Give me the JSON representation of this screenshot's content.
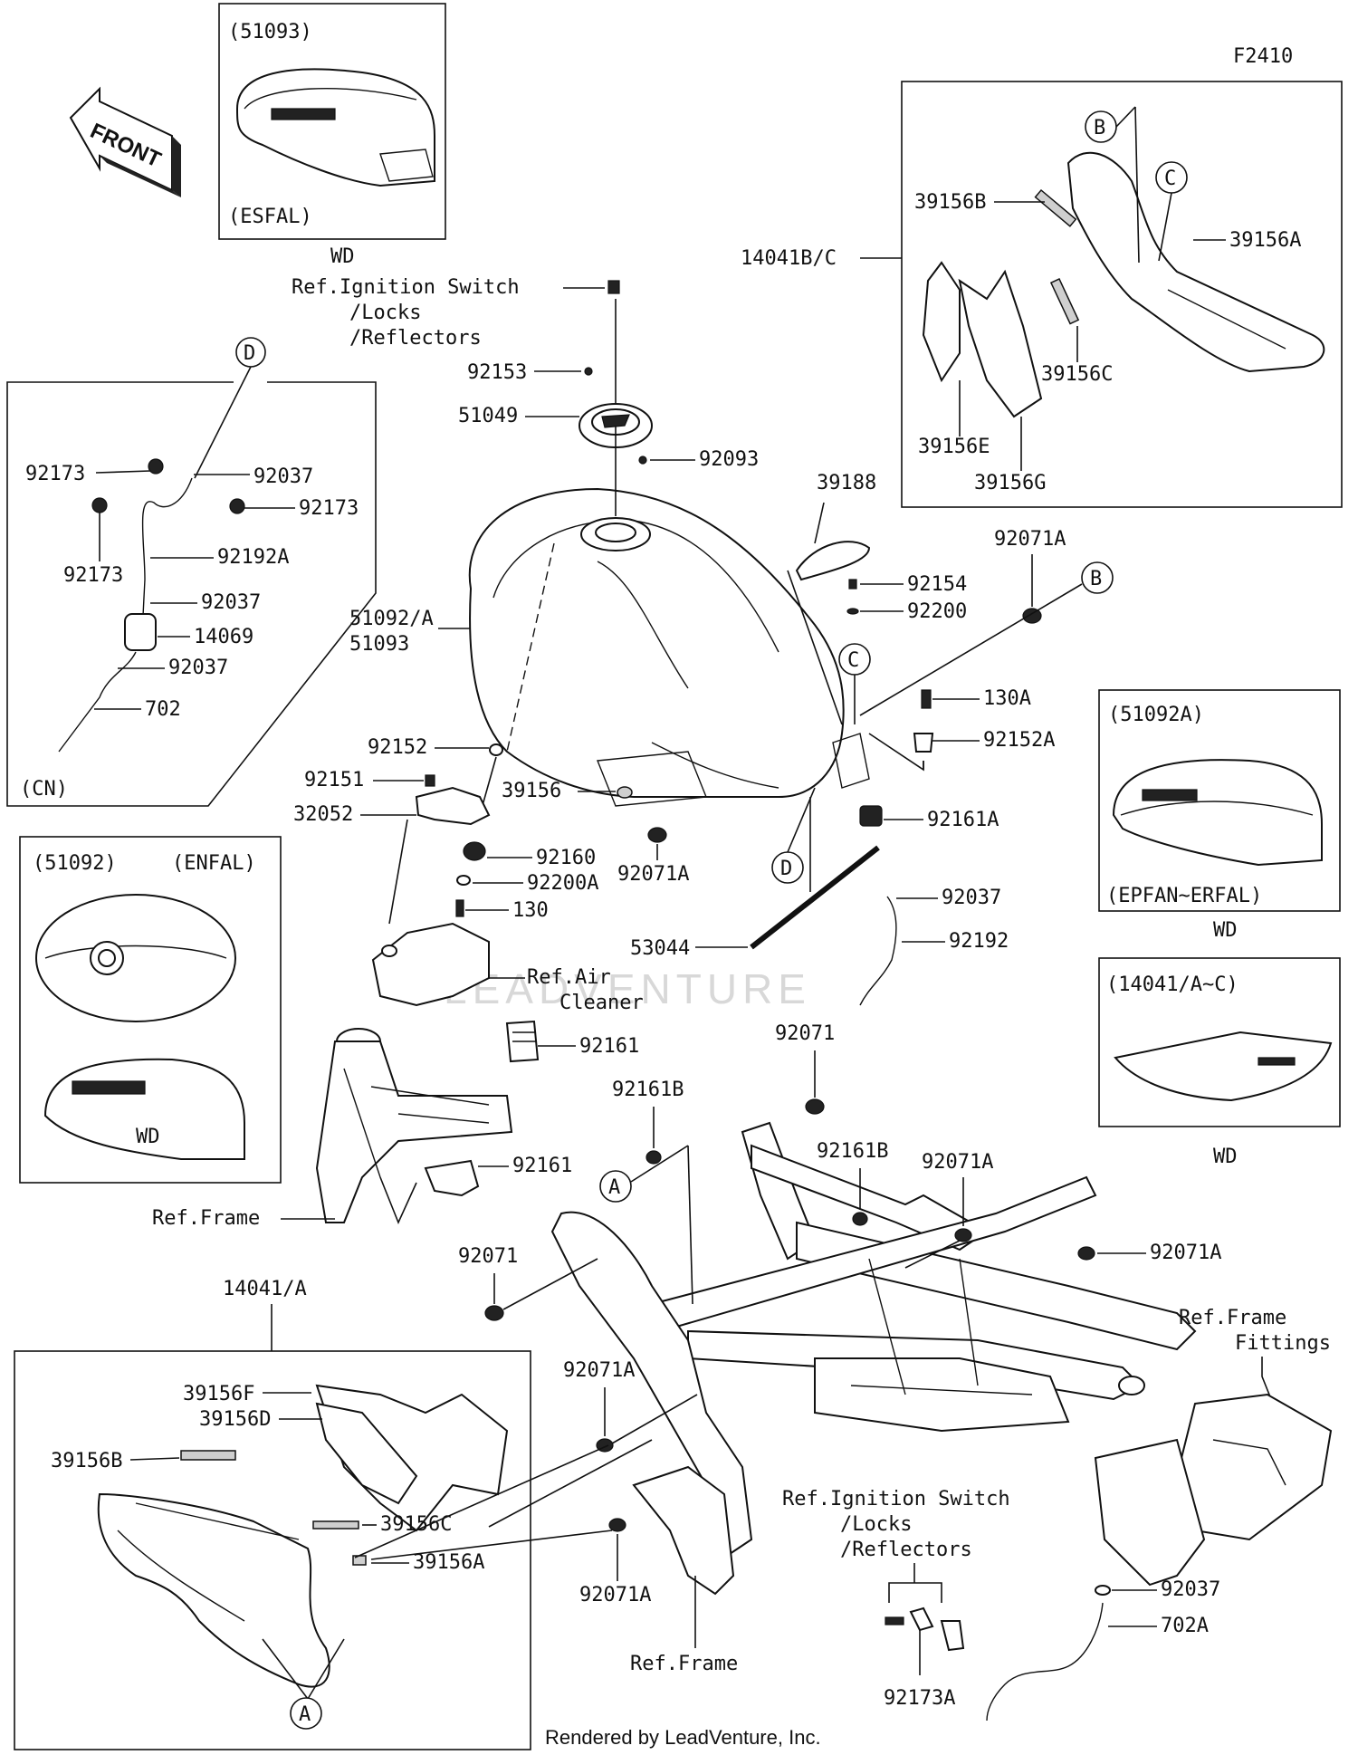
{
  "figure_id": "F2410",
  "footer": "Rendered by LeadVenture, Inc.",
  "watermark": "LEADVENTURE",
  "front_label": "FRONT",
  "insets": {
    "top_left": {
      "code": "(51093)",
      "variant": "(ESFAL)",
      "caption": "WD"
    },
    "cn_box": {
      "variant": "(CN)"
    },
    "left_mid": {
      "code": "(51092)",
      "variant": "(ENFAL)",
      "caption": "WD"
    },
    "right_51092a": {
      "code": "(51092A)",
      "variant": "(EPFAN~ERFAL)",
      "caption": "WD"
    },
    "right_14041": {
      "code": "(14041/A~C)",
      "caption": "WD"
    },
    "bottom_left": {
      "code": "14041/A"
    }
  },
  "callouts": {
    "A": "A",
    "B": "B",
    "C": "C",
    "D": "D"
  },
  "refs": {
    "ignition_top": [
      "Ref.Ignition Switch",
      "/Locks",
      "/Reflectors"
    ],
    "ignition_bottom": [
      "Ref.Ignition Switch",
      "/Locks",
      "/Reflectors"
    ],
    "air_cleaner": [
      "Ref.Air",
      "Cleaner"
    ],
    "frame_left": "Ref.Frame",
    "frame_bottom": "Ref.Frame",
    "frame_fittings": [
      "Ref.Frame",
      "Fittings"
    ]
  },
  "labels": {
    "p92153": "92153",
    "p51049": "51049",
    "p92093": "92093",
    "p39188": "39188",
    "p51092a": "51092/A",
    "p51093": "51093",
    "p92154": "92154",
    "p92200": "92200",
    "p92071a_1": "92071A",
    "p130a": "130A",
    "p92152a": "92152A",
    "p92161a": "92161A",
    "p92152": "92152",
    "p92151": "92151",
    "p32052": "32052",
    "p39156": "39156",
    "p92160": "92160",
    "p92200a": "92200A",
    "p130": "130",
    "p92071a_2": "92071A",
    "p92037_main": "92037",
    "p53044": "53044",
    "p92192": "92192",
    "p92161_1": "92161",
    "p92161_2": "92161",
    "p92071_1": "92071",
    "p92161b_1": "92161B",
    "p92161b_2": "92161B",
    "p92071a_3": "92071A",
    "p92071a_4": "92071A",
    "p92071_2": "92071",
    "p92071a_5": "92071A",
    "p92071a_6": "92071A",
    "p92037_r": "92037",
    "p702a": "702A",
    "p92173a": "92173A",
    "p14041bc": "14041B/C",
    "p39156b_r": "39156B",
    "p39156a_r": "39156A",
    "p39156c_r": "39156C",
    "p39156e": "39156E",
    "p39156g": "39156G",
    "cn_92173_1": "92173",
    "cn_92037_1": "92037",
    "cn_92173_2": "92173",
    "cn_92173_3": "92173",
    "cn_92192a": "92192A",
    "cn_92037_2": "92037",
    "cn_14069": "14069",
    "cn_92037_3": "92037",
    "cn_702": "702",
    "bl_39156f": "39156F",
    "bl_39156d": "39156D",
    "bl_39156b": "39156B",
    "bl_39156c": "39156C",
    "bl_39156a": "39156A"
  }
}
